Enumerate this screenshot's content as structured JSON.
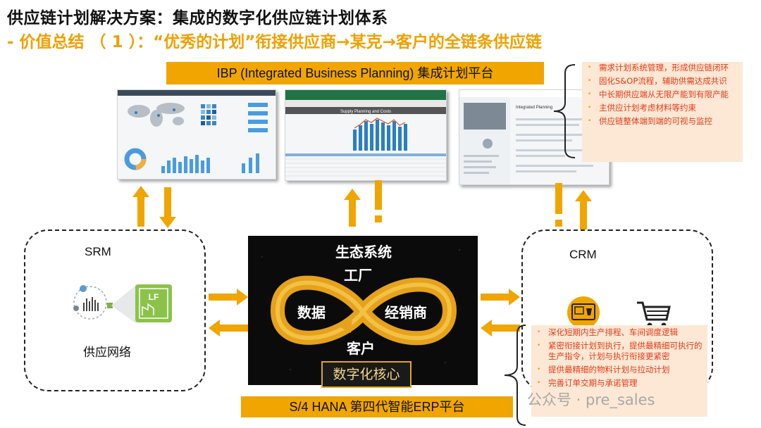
{
  "header": {
    "title": "供应链计划解决方案：集成的数字化供应链计划体系",
    "subtitle": "- 价值总结 （ 1 ）：“优秀的计划”衔接供应商→某克→客户的全链条供应链"
  },
  "ibp_bar": "IBP (Integrated Business Planning) 集成计划平台",
  "ibp_notes": [
    "需求计划系统管理，形成供应链闭环",
    "固化S&OP流程，辅助供需达成共识",
    "中长期供应端从无限产能到有限产能",
    "主供应计划考虑材料等约束",
    "供应链整体端到端的可视与监控"
  ],
  "srm": {
    "title": "SRM",
    "caption": "供应网络",
    "badge": "LF"
  },
  "crm": {
    "title": "CRM"
  },
  "ecosystem": {
    "top": "生态系统",
    "factory": "工厂",
    "data": "数据",
    "dealer": "经销商",
    "customer": "客户",
    "core": "数字化核心"
  },
  "erp_bar": "S/4 HANA 第四代智能ERP平台",
  "erp_notes": [
    "深化短期内生产排程、车间调度逻辑",
    "紧密衔接计划到执行，提供最精细可执行的生产指令，计划与执行衔接更紧密",
    "提供最精细的物料计划与拉动计划",
    "完善订单交期与承诺管理"
  ],
  "screens": {
    "excel_title": "Supply Planning and Costs",
    "portal_title": "Integrated Planning"
  },
  "watermark": "公众号 · pre_sales",
  "colors": {
    "accent": "#f0a500",
    "note_text": "#e23a1a",
    "note_bg": "#fce8d4"
  }
}
